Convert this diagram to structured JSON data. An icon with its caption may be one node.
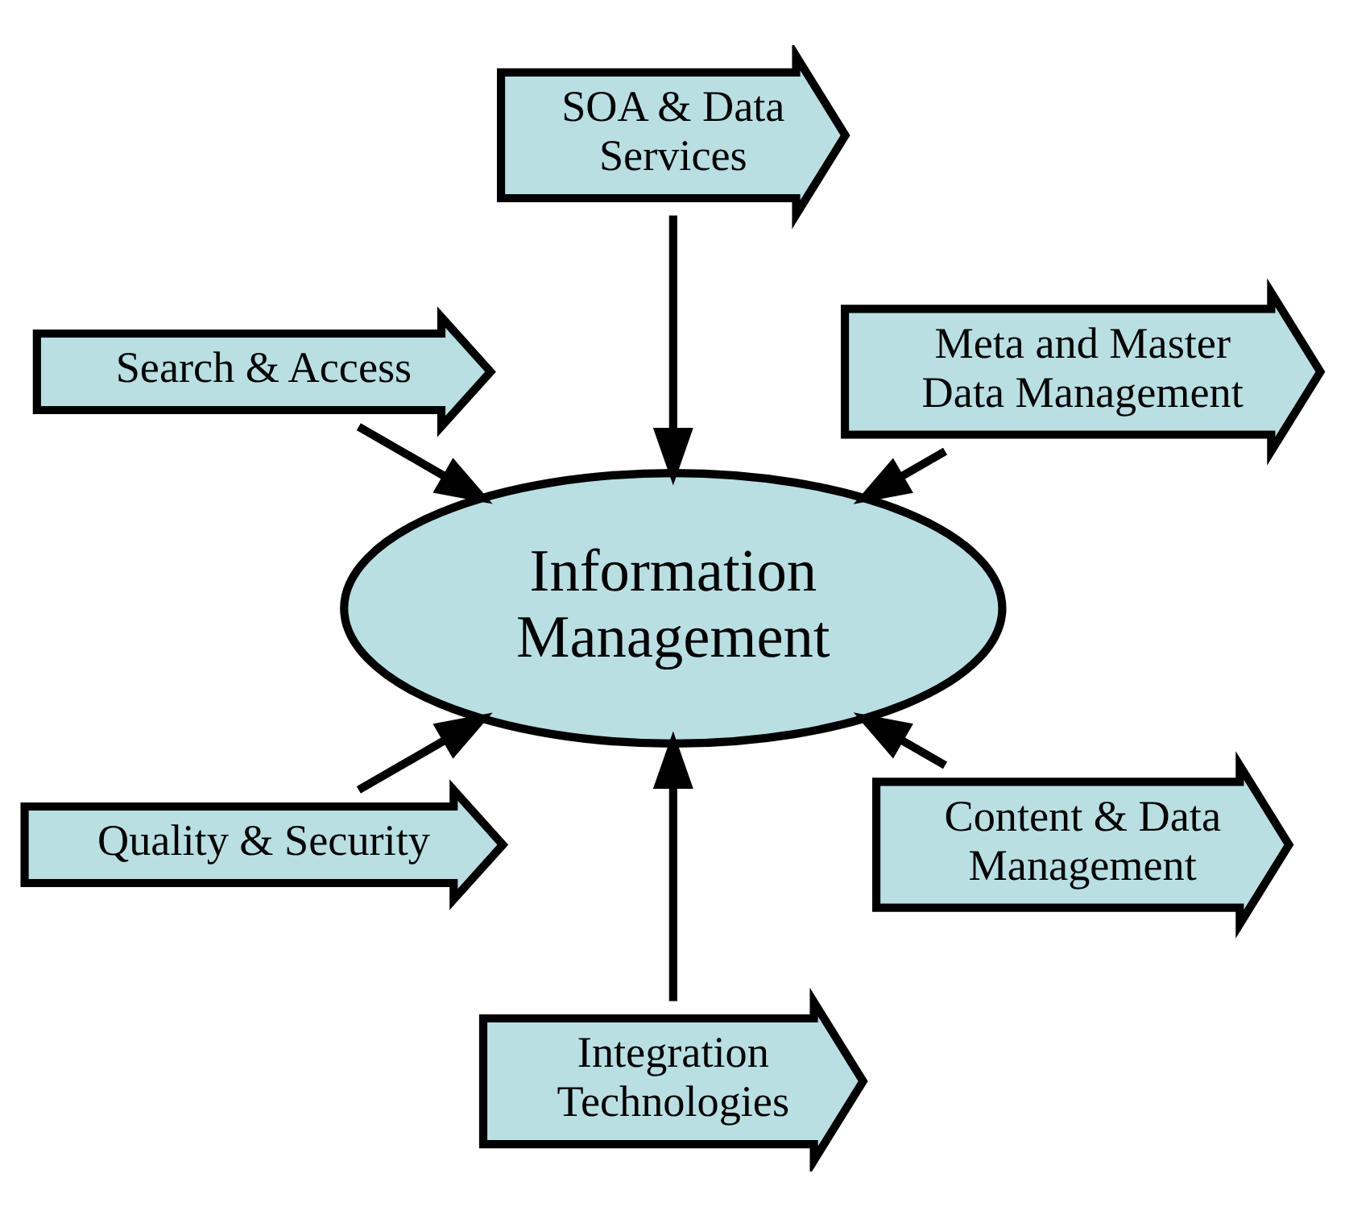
{
  "diagram": {
    "nodes": [
      {
        "text": [
          "Meta and Master Data Management"
        ]
      },
      {
        "text": [
          "SOA & Data Services"
        ]
      },
      {
        "text": [
          "Search & Access"
        ]
      },
      {
        "text": [
          "Information Management"
        ]
      },
      {
        "text": [
          "Quality & Security"
        ]
      },
      {
        "text": [
          "Integration Technologies"
        ]
      },
      {
        "text": [
          "Content & Data Management"
        ]
      }
    ],
    "edges": [
      {
        "from": 0,
        "to": 3,
        "arrow": "to"
      },
      {
        "from": 1,
        "to": 3,
        "arrow": "to"
      },
      {
        "from": 2,
        "to": 3,
        "arrow": "to"
      },
      {
        "from": 4,
        "to": 3,
        "arrow": "to"
      },
      {
        "from": 5,
        "to": 3,
        "arrow": "to"
      },
      {
        "from": 6,
        "to": 3,
        "arrow": "to"
      }
    ]
  }
}
